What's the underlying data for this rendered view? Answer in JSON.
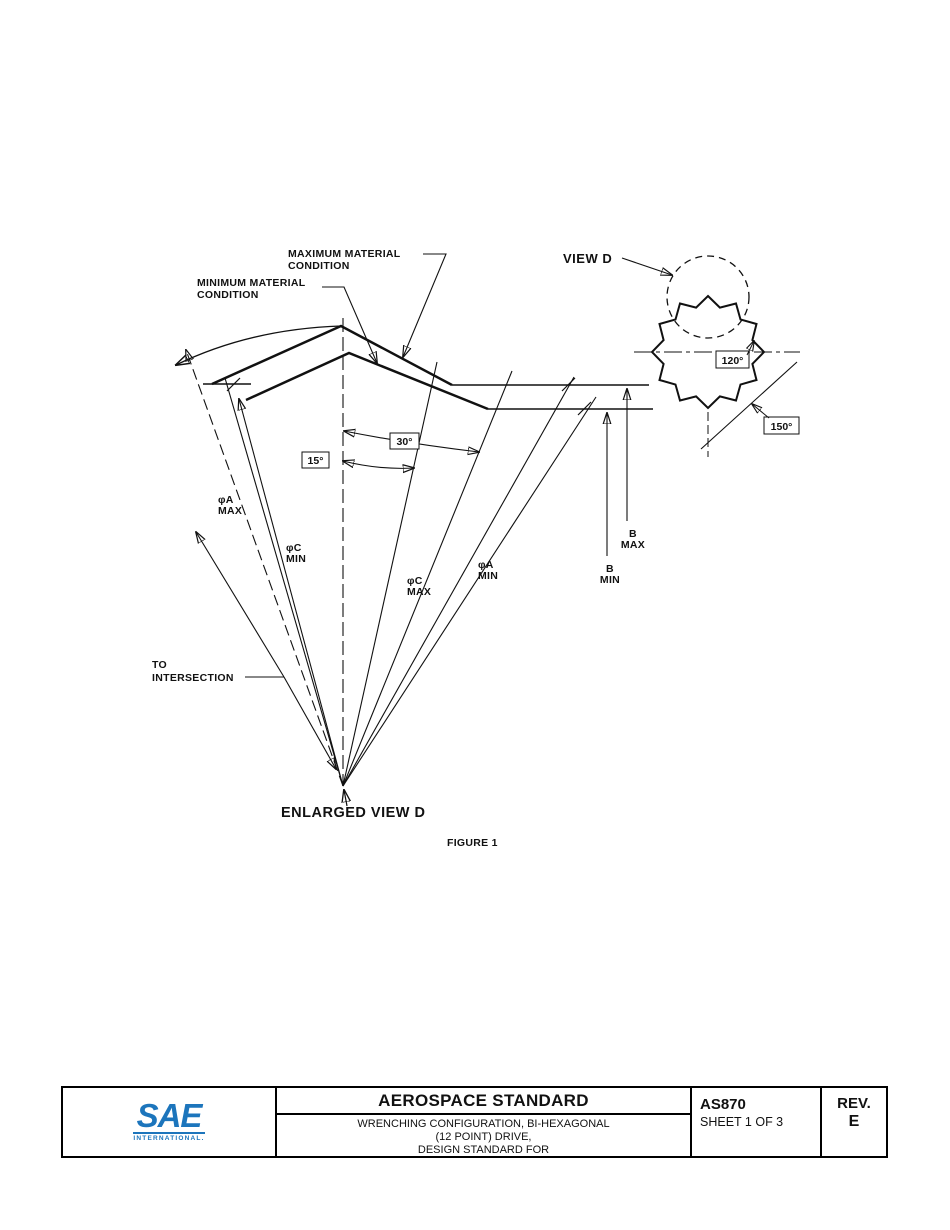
{
  "figure": {
    "view_d_label": "VIEW D",
    "enlarged_caption": "ENLARGED VIEW D",
    "figure_caption": "FIGURE 1",
    "max_material": {
      "line1": "MAXIMUM MATERIAL",
      "line2": "CONDITION"
    },
    "min_material": {
      "line1": "MINIMUM MATERIAL",
      "line2": "CONDITION"
    },
    "to_intersection": {
      "line1": "TO",
      "line2": "INTERSECTION"
    },
    "angles": {
      "a15": "15°",
      "a30": "30°",
      "a120": "120°",
      "a150": "150°"
    },
    "dims": {
      "pamax": {
        "sym": "φA",
        "qual": "MAX"
      },
      "pcmin": {
        "sym": "φC",
        "qual": "MIN"
      },
      "pcmax": {
        "sym": "φC",
        "qual": "MAX"
      },
      "pamin": {
        "sym": "φA",
        "qual": "MIN"
      },
      "bmax": {
        "sym": "B",
        "qual": "MAX"
      },
      "bmin": {
        "sym": "B",
        "qual": "MIN"
      }
    }
  },
  "title_block": {
    "logo": {
      "text": "SAE",
      "sub": "INTERNATIONAL.",
      "color": "#1c75bc"
    },
    "title": "AEROSPACE STANDARD",
    "subtitle": {
      "line1": "WRENCHING CONFIGURATION, BI-HEXAGONAL",
      "line2": "(12 POINT) DRIVE,",
      "line3": "DESIGN STANDARD FOR"
    },
    "doc_number": "AS870",
    "sheet": "SHEET 1 OF 3",
    "rev": {
      "label": "REV.",
      "value": "E"
    }
  },
  "colors": {
    "ink": "#111111",
    "paper": "#ffffff"
  }
}
